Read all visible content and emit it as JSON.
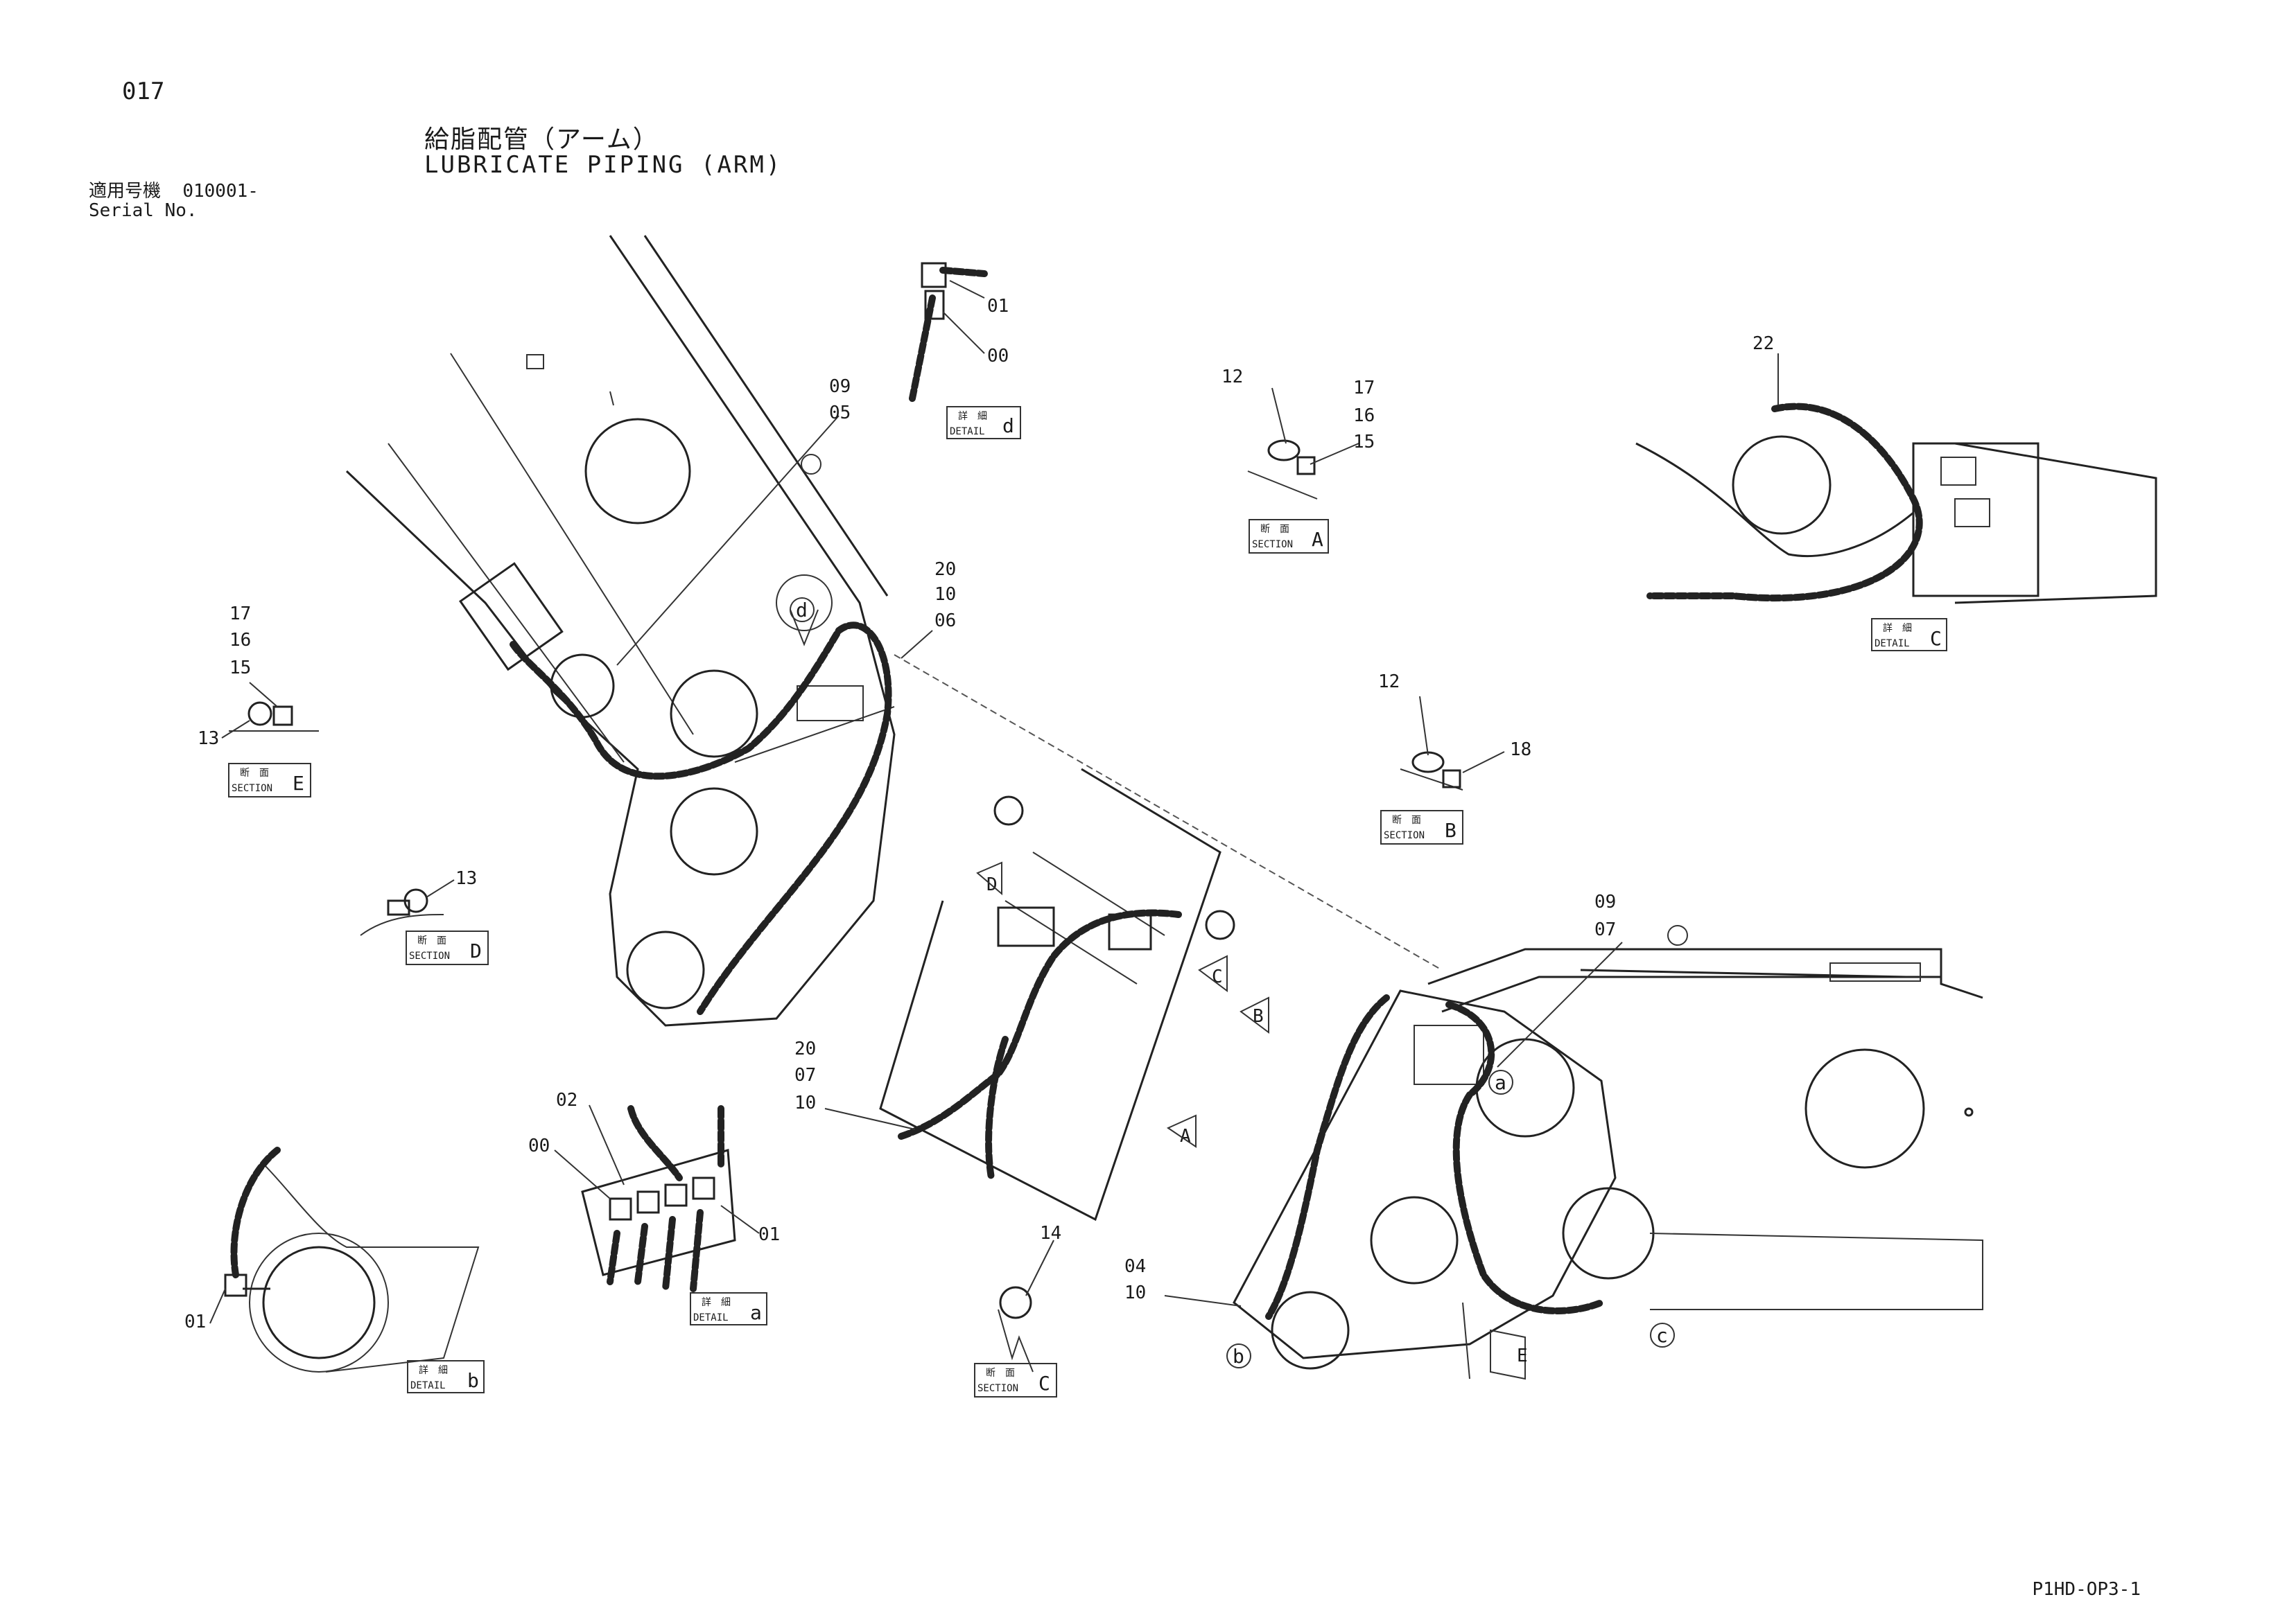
{
  "page": {
    "number": "017",
    "title_jp": "給脂配管（アーム）",
    "title_en": "LUBRICATE PIPING (ARM)",
    "serial_label_jp": "適用号機",
    "serial_value": "010001-",
    "serial_label_en": "Serial No.",
    "drawing_code": "P1HD-OP3-1"
  },
  "labels": {
    "detail_jp": "詳　細",
    "detail_en": "DETAIL",
    "section_jp": "断　面",
    "section_en": "SECTION"
  },
  "callouts": {
    "d_01": "01",
    "d_00": "00",
    "c_09": "09",
    "c_05": "05",
    "c_20": "20",
    "c_10": "10",
    "c_06": "06",
    "a_12": "12",
    "a_17": "17",
    "a_16": "16",
    "a_15": "15",
    "c_22": "22",
    "e_17": "17",
    "e_16": "16",
    "e_15": "15",
    "e_13": "13",
    "b_12": "12",
    "b_18": "18",
    "sd_13": "13",
    "r_09": "09",
    "r_07": "07",
    "m_20": "20",
    "m_07": "07",
    "m_10": "10",
    "a2_02": "02",
    "a2_00": "00",
    "a2_01": "01",
    "sc_14": "14",
    "r_04": "04",
    "r_10": "10",
    "b_01": "01"
  },
  "view_markers": {
    "A": "A",
    "B": "B",
    "C": "C",
    "D": "D",
    "E": "E",
    "a": "a",
    "b": "b",
    "c": "c",
    "d": "d"
  },
  "boxes": {
    "detail_d": "d",
    "section_a": "A",
    "detail_c": "C",
    "section_e": "E",
    "section_b": "B",
    "section_d": "D",
    "detail_a": "a",
    "detail_b": "b",
    "section_c": "C"
  }
}
